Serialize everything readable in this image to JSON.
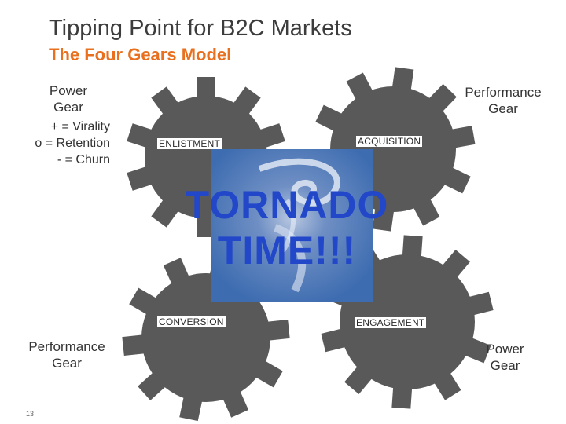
{
  "title": "Tipping Point for B2C Markets",
  "subtitle": "The Four Gears Model",
  "labels": {
    "top_left": [
      "Power",
      "Gear"
    ],
    "top_right": [
      "Performance",
      "Gear"
    ],
    "bottom_left": [
      "Performance",
      "Gear"
    ],
    "bottom_right": [
      "Power",
      "Gear"
    ]
  },
  "legend": [
    "+ = Virality",
    "o = Retention",
    "-  = Churn"
  ],
  "stages": {
    "enlistment": "ENLISTMENT",
    "acquisition": "ACQUISITION",
    "conversion": "CONVERSION",
    "engagement": "ENGAGEMENT"
  },
  "center": {
    "line1": "TORNADO",
    "line2": "TIME!!!"
  },
  "page_number": "13",
  "colors": {
    "gear": "#595959",
    "title": "#3c3c3c",
    "subtitle": "#e8701e",
    "tornado_text": "#2247c8",
    "tornado_bg": "#3f6fb1"
  }
}
